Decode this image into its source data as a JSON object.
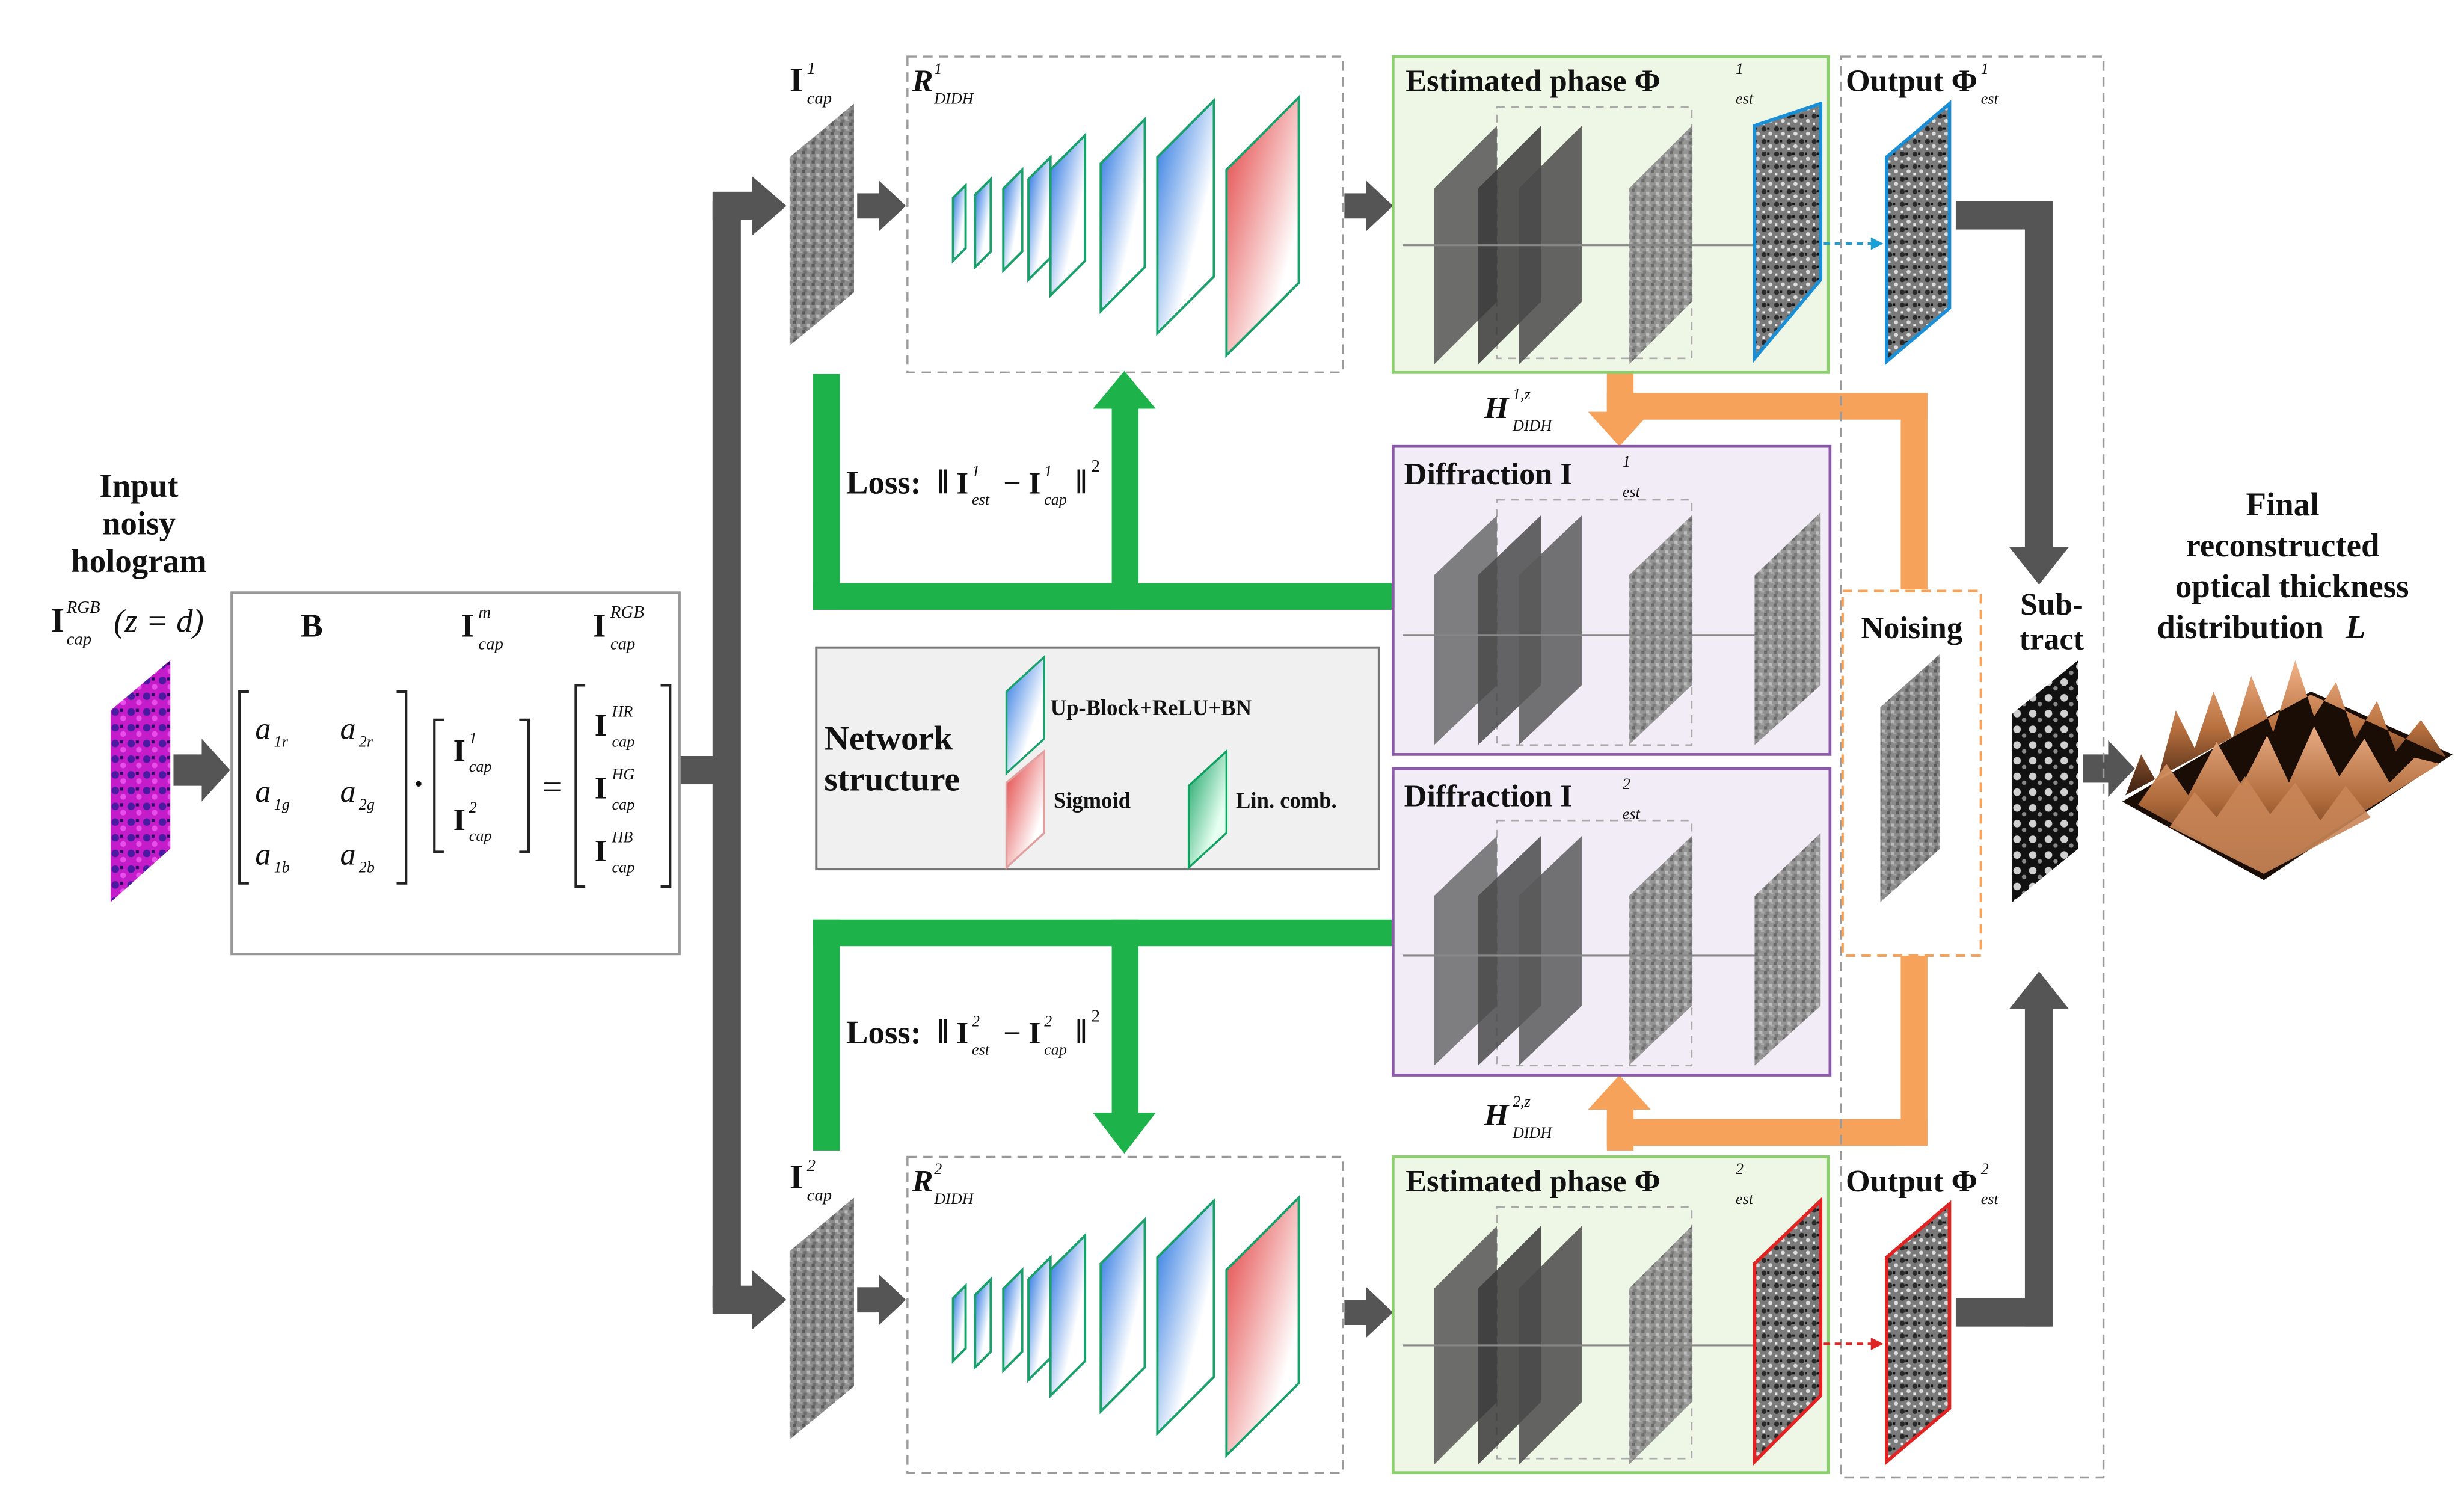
{
  "input": {
    "line1": "Input",
    "line2": "noisy",
    "line3": "hologram",
    "symbol": "I",
    "sup": "RGB",
    "sub": "cap",
    "arg": "(z = d)"
  },
  "matrix": {
    "b_label": "B",
    "im_symbol": "I",
    "im_sup": "m",
    "im_sub": "cap",
    "irgb_symbol": "I",
    "irgb_sup": "RGB",
    "irgb_sub": "cap",
    "entries": {
      "a1r": "a",
      "a1r_sub": "1r",
      "a2r": "a",
      "a2r_sub": "2r",
      "a1g": "a",
      "a1g_sub": "1g",
      "a2g": "a",
      "a2g_sub": "2g",
      "a1b": "a",
      "a1b_sub": "1b",
      "a2b": "a",
      "a2b_sub": "2b"
    },
    "dot": "·",
    "equals": "=",
    "v1": "I",
    "v1_sup": "1",
    "v1_sub": "cap",
    "v2": "I",
    "v2_sup": "2",
    "v2_sub": "cap",
    "hr": "I",
    "hr_sup": "HR",
    "hr_sub": "cap",
    "hg": "I",
    "hg_sup": "HG",
    "hg_sub": "cap",
    "hb": "I",
    "hb_sup": "HB",
    "hb_sub": "cap"
  },
  "branch1": {
    "icap": "I",
    "icap_sup": "1",
    "icap_sub": "cap",
    "r": "R",
    "r_sup": "1",
    "r_sub": "DIDH",
    "est_phase": "Estimated phase Φ",
    "est_sup": "1",
    "est_sub": "est",
    "output": "Output Φ",
    "out_sup": "1",
    "out_sub": "est",
    "h": "H",
    "h_sup": "1,z",
    "h_sub": "DIDH",
    "loss": "Loss:",
    "loss_a": "I",
    "loss_a_sup": "1",
    "loss_a_sub": "est",
    "loss_minus": "−",
    "loss_b": "I",
    "loss_b_sup": "1",
    "loss_b_sub": "cap",
    "loss_pow": "2",
    "diffraction": "Diffraction I",
    "diff_sup": "1",
    "diff_sub": "est"
  },
  "branch2": {
    "icap": "I",
    "icap_sup": "2",
    "icap_sub": "cap",
    "r": "R",
    "r_sup": "2",
    "r_sub": "DIDH",
    "est_phase": "Estimated phase Φ",
    "est_sup": "2",
    "est_sub": "est",
    "output": "Output Φ",
    "out_sup": "2",
    "out_sub": "est",
    "h": "H",
    "h_sup": "2,z",
    "h_sub": "DIDH",
    "loss": "Loss:",
    "loss_a": "I",
    "loss_a_sup": "2",
    "loss_a_sub": "est",
    "loss_minus": "−",
    "loss_b": "I",
    "loss_b_sup": "2",
    "loss_b_sub": "cap",
    "loss_pow": "2",
    "diffraction": "Diffraction I",
    "diff_sup": "2",
    "diff_sub": "est"
  },
  "legend": {
    "title1": "Network",
    "title2": "structure",
    "up_block": "Up-Block+ReLU+BN",
    "sigmoid": "Sigmoid",
    "lin_comb": "Lin. comb."
  },
  "noising": "Noising",
  "subtract1": "Sub-",
  "subtract2": "tract",
  "final": {
    "line1": "Final",
    "line2": "reconstructed",
    "line3": "optical thickness",
    "line4": "distribution",
    "symbol": "L"
  },
  "colors": {
    "gray_arrow": "#555555",
    "green_loss": "#1db24a",
    "orange": "#f7a25a",
    "green_box_fill": "#eef6e6",
    "green_box_border": "#8ccf6e",
    "purple_box_fill": "#f2ecf6",
    "purple_box_border": "#8a5aa8",
    "magenta": "#d21fd6",
    "blue_frame": "#1a8fd6",
    "red_frame": "#e02424"
  }
}
